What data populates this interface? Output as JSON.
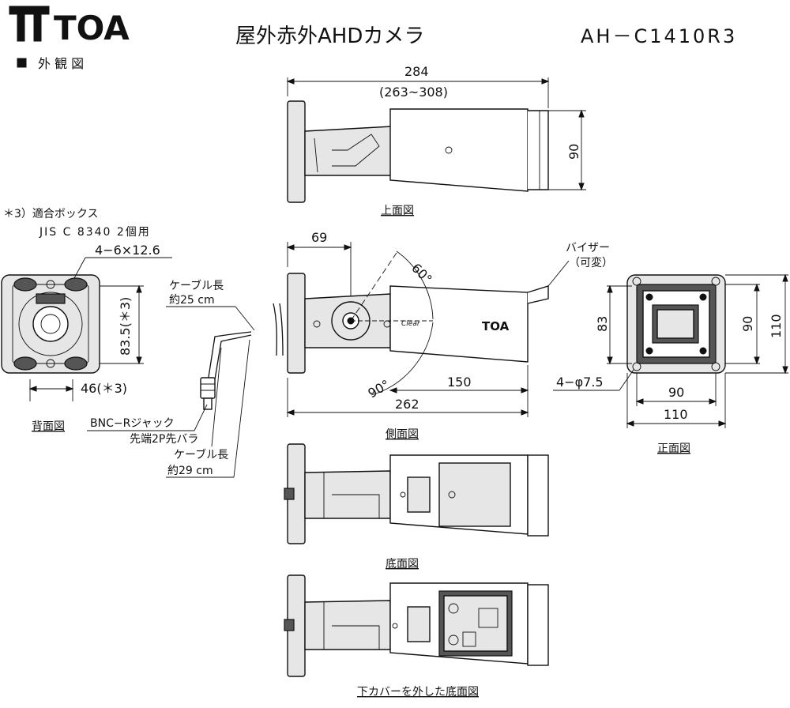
{
  "header": {
    "logo_text": "TOA",
    "section_label": "外 観 図",
    "title": "屋外赤外AHDカメラ",
    "model": "AH－C1410R3"
  },
  "note": {
    "line1": "＊3）適合ボックス",
    "line2": "JIS C 8340 2個用"
  },
  "views": {
    "top": "上面図",
    "side": "側面図",
    "back": "背面図",
    "front": "正面図",
    "bottom": "底面図",
    "bottom_open": "下カバーを外した底面図"
  },
  "dimensions": {
    "top_length": "284",
    "top_range": "(263~308)",
    "top_height": "90",
    "side_mount": "69",
    "side_angle_up": "60°",
    "side_angle_down": "90°",
    "side_150": "150",
    "side_262": "262",
    "back_holes": "4−6×12.6",
    "back_height": "83.5(＊3)",
    "back_width": "46(＊3)",
    "front_holes": "4−φ7.5",
    "front_83": "83",
    "front_90v": "90",
    "front_110v": "110",
    "front_90h": "90",
    "front_110h": "110"
  },
  "labels": {
    "visor": "バイザー",
    "visor_note": "（可変）",
    "cable1_a": "ケーブル長",
    "cable1_b": "約25 cm",
    "bnc_a": "BNC−Rジャック",
    "bnc_b": "先端2P先バラ",
    "cable2_a": "ケーブル長",
    "cable2_b": "約29 cm",
    "camera_logo": "TOA"
  }
}
